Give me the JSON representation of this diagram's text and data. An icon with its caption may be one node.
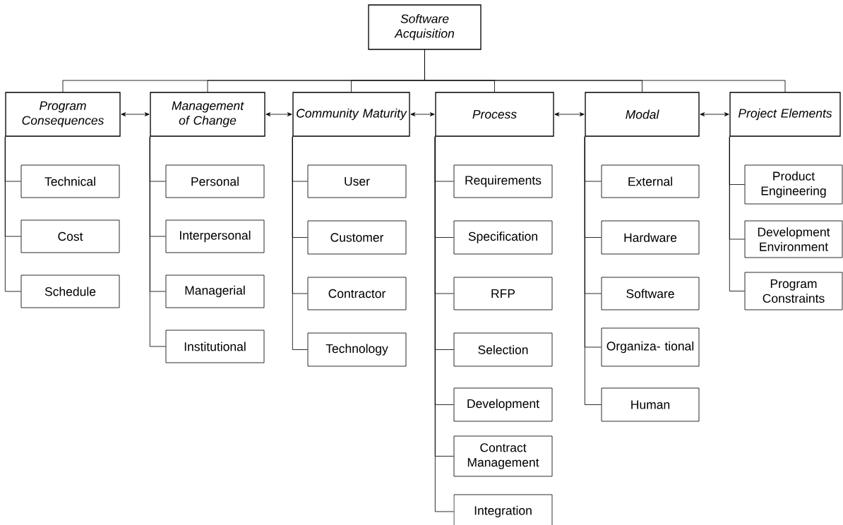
{
  "diagram": {
    "nodes": [
      {
        "text": [
          "Software Acquisition"
        ]
      },
      {
        "text": [
          "Program Consequences"
        ]
      },
      {
        "text": [
          "Management of Change"
        ]
      },
      {
        "text": [
          "Community Maturity"
        ]
      },
      {
        "text": [
          "Process"
        ]
      },
      {
        "text": [
          "Modal"
        ]
      },
      {
        "text": [
          "Project Elements"
        ]
      },
      {
        "text": [
          "Technical"
        ]
      },
      {
        "text": [
          "Cost"
        ]
      },
      {
        "text": [
          "Schedule"
        ]
      },
      {
        "text": [
          "Personal"
        ]
      },
      {
        "text": [
          "Interpersonal"
        ]
      },
      {
        "text": [
          "Managerial"
        ]
      },
      {
        "text": [
          "Institutional"
        ]
      },
      {
        "text": [
          "User"
        ]
      },
      {
        "text": [
          "Customer"
        ]
      },
      {
        "text": [
          "Contractor"
        ]
      },
      {
        "text": [
          "Technology"
        ]
      },
      {
        "text": [
          "Requirements"
        ]
      },
      {
        "text": [
          "Specification"
        ]
      },
      {
        "text": [
          "RFP"
        ]
      },
      {
        "text": [
          "Selection"
        ]
      },
      {
        "text": [
          "Development"
        ]
      },
      {
        "text": [
          "Contract Management"
        ]
      },
      {
        "text": [
          "Integration"
        ]
      },
      {
        "text": [
          "External"
        ]
      },
      {
        "text": [
          "Hardware"
        ]
      },
      {
        "text": [
          "Software"
        ]
      },
      {
        "text": [
          "Organiza- tional"
        ]
      },
      {
        "text": [
          "Human"
        ]
      },
      {
        "text": [
          "Product Engineering"
        ]
      },
      {
        "text": [
          "Development Environment"
        ]
      },
      {
        "text": [
          "Program Constraints"
        ]
      }
    ],
    "edges": [
      {
        "from": 0,
        "to": 1,
        "arrow": "none"
      },
      {
        "from": 0,
        "to": 2,
        "arrow": "none"
      },
      {
        "from": 0,
        "to": 3,
        "arrow": "none"
      },
      {
        "from": 0,
        "to": 4,
        "arrow": "none"
      },
      {
        "from": 0,
        "to": 5,
        "arrow": "none"
      },
      {
        "from": 0,
        "to": 6,
        "arrow": "none"
      },
      {
        "from": 1,
        "to": 2,
        "arrow": "both"
      },
      {
        "from": 2,
        "to": 3,
        "arrow": "both"
      },
      {
        "from": 3,
        "to": 4,
        "arrow": "both"
      },
      {
        "from": 4,
        "to": 5,
        "arrow": "both"
      },
      {
        "from": 5,
        "to": 6,
        "arrow": "both"
      },
      {
        "from": 1,
        "to": 7,
        "arrow": "none"
      },
      {
        "from": 1,
        "to": 8,
        "arrow": "none"
      },
      {
        "from": 1,
        "to": 9,
        "arrow": "none"
      },
      {
        "from": 2,
        "to": 10,
        "arrow": "none"
      },
      {
        "from": 2,
        "to": 11,
        "arrow": "none"
      },
      {
        "from": 2,
        "to": 12,
        "arrow": "none"
      },
      {
        "from": 2,
        "to": 13,
        "arrow": "none"
      },
      {
        "from": 3,
        "to": 14,
        "arrow": "none"
      },
      {
        "from": 3,
        "to": 15,
        "arrow": "none"
      },
      {
        "from": 3,
        "to": 16,
        "arrow": "none"
      },
      {
        "from": 3,
        "to": 17,
        "arrow": "none"
      },
      {
        "from": 4,
        "to": 18,
        "arrow": "none"
      },
      {
        "from": 4,
        "to": 19,
        "arrow": "none"
      },
      {
        "from": 4,
        "to": 20,
        "arrow": "none"
      },
      {
        "from": 4,
        "to": 21,
        "arrow": "none"
      },
      {
        "from": 4,
        "to": 22,
        "arrow": "none"
      },
      {
        "from": 4,
        "to": 23,
        "arrow": "none"
      },
      {
        "from": 4,
        "to": 24,
        "arrow": "none"
      },
      {
        "from": 5,
        "to": 25,
        "arrow": "none"
      },
      {
        "from": 5,
        "to": 26,
        "arrow": "none"
      },
      {
        "from": 5,
        "to": 27,
        "arrow": "none"
      },
      {
        "from": 5,
        "to": 28,
        "arrow": "none"
      },
      {
        "from": 5,
        "to": 29,
        "arrow": "none"
      },
      {
        "from": 6,
        "to": 30,
        "arrow": "none"
      },
      {
        "from": 6,
        "to": 31,
        "arrow": "none"
      },
      {
        "from": 6,
        "to": 32,
        "arrow": "none"
      }
    ]
  }
}
